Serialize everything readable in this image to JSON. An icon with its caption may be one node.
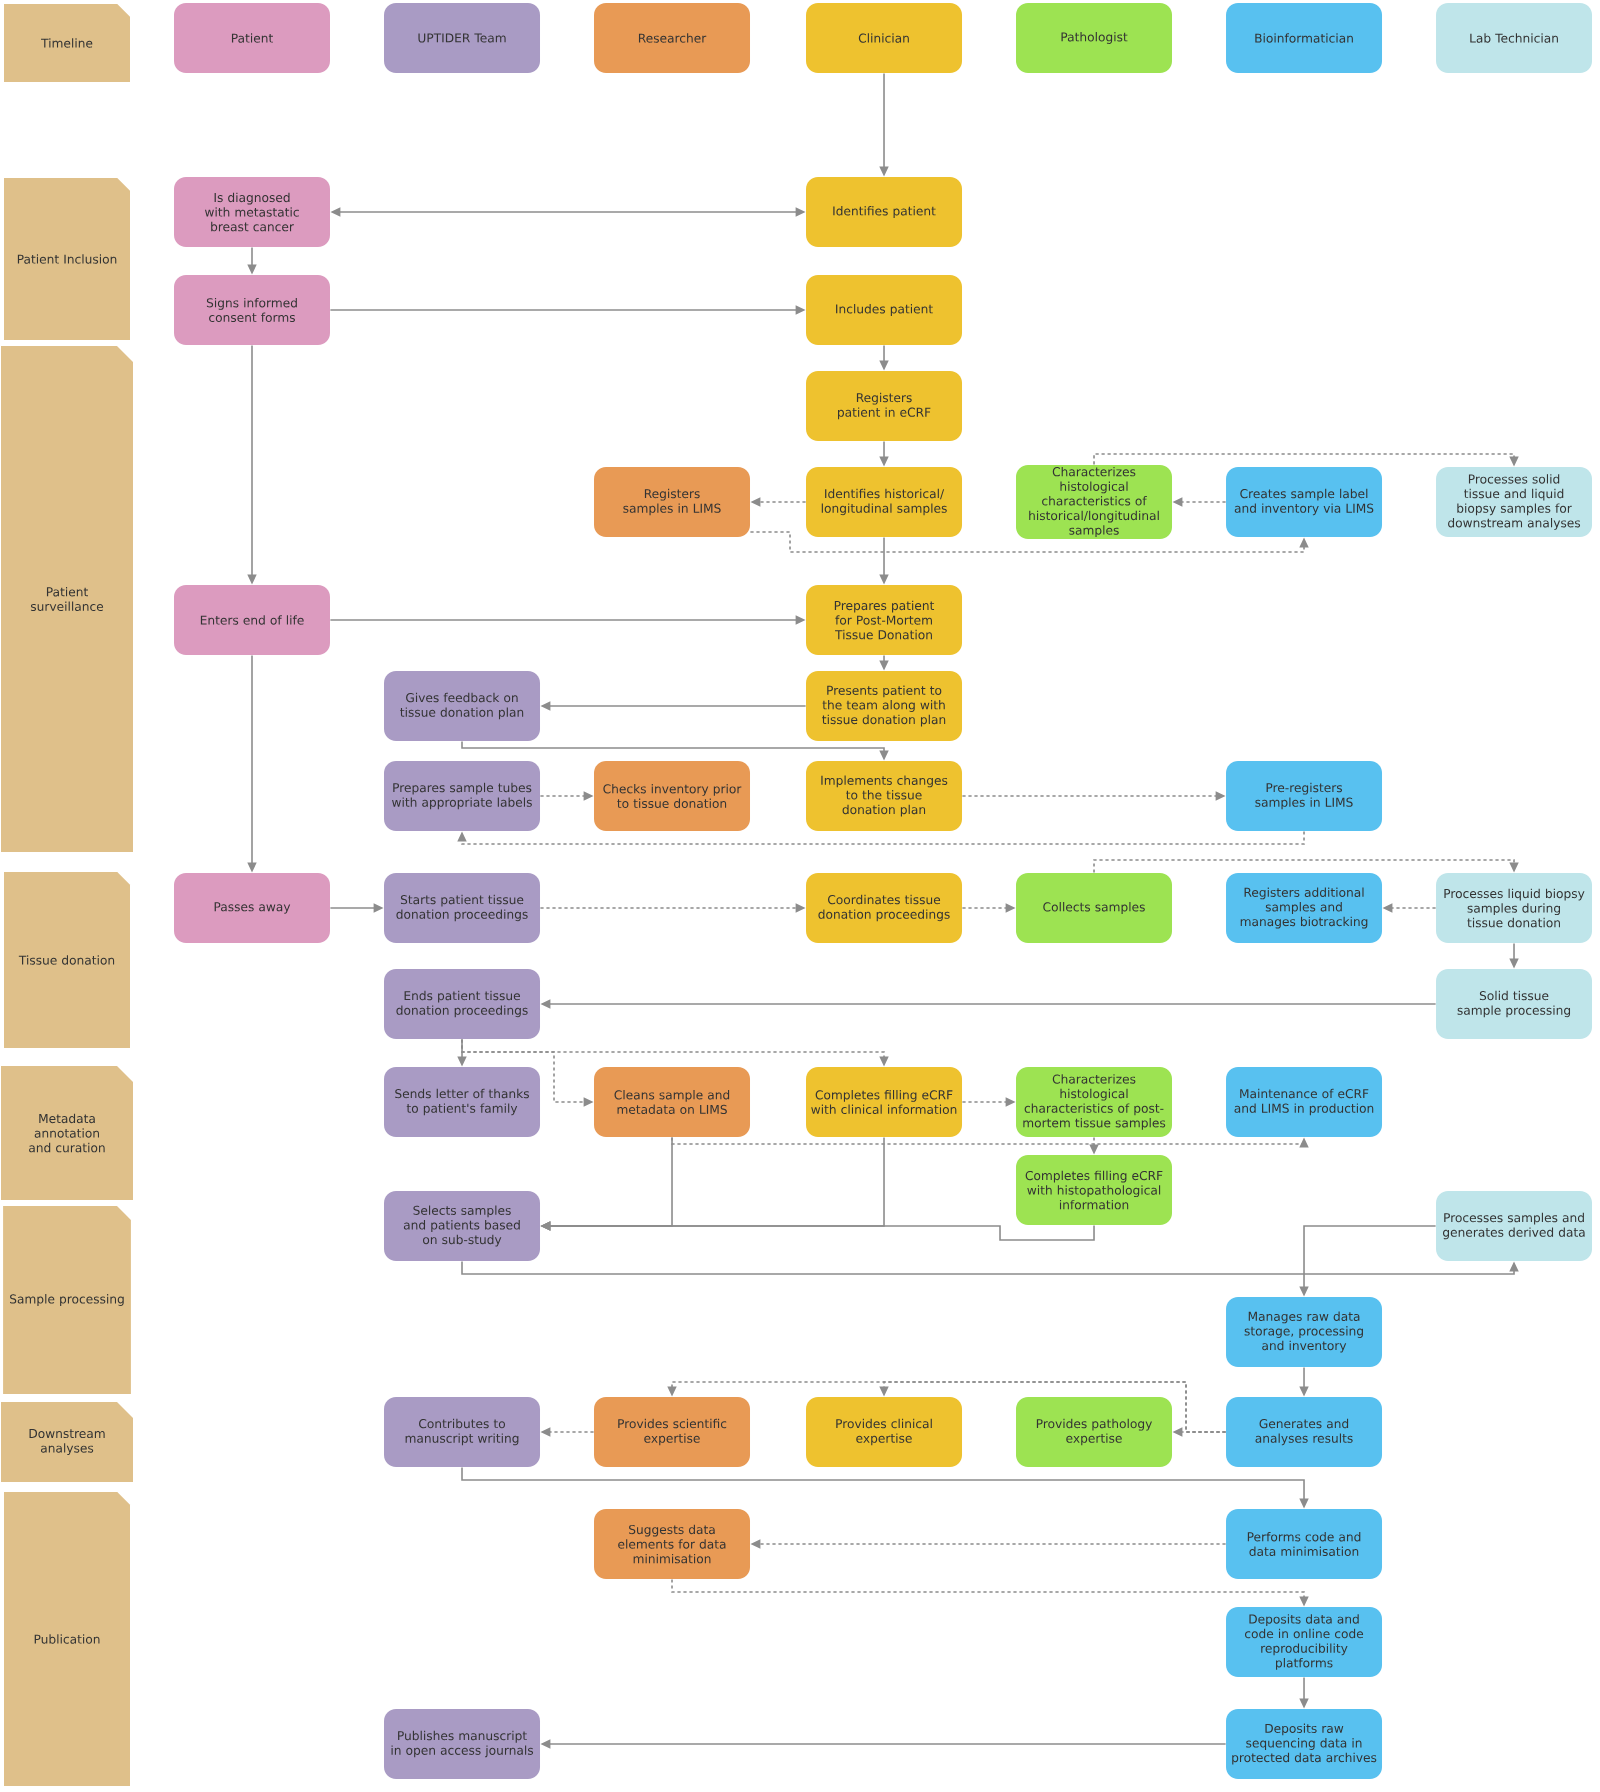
{
  "diagram": {
    "nodes": [
      {
        "text": [
          "Timeline"
        ]
      },
      {
        "text": [
          "Patient"
        ]
      },
      {
        "text": [
          "UPTIDER Team"
        ]
      },
      {
        "text": [
          "Researcher"
        ]
      },
      {
        "text": [
          "Clinician"
        ]
      },
      {
        "text": [
          "Pathologist"
        ]
      },
      {
        "text": [
          "Bioinformatician"
        ]
      },
      {
        "text": [
          "Lab Technician"
        ]
      },
      {
        "text": [
          "Patient Inclusion"
        ]
      },
      {
        "text": [
          "Is diagnosed with metastatic breast cancer"
        ]
      },
      {
        "text": [
          "Identifies patient"
        ]
      },
      {
        "text": [
          "Signs informed consent forms"
        ]
      },
      {
        "text": [
          "Includes patient"
        ]
      },
      {
        "text": [
          "Patient surveillance"
        ]
      },
      {
        "text": [
          "Registers patient in eCRF"
        ]
      },
      {
        "text": [
          "Registers samples in LIMS"
        ]
      },
      {
        "text": [
          "Identifies historical/ longitudinal samples"
        ]
      },
      {
        "text": [
          "Characterizes histological characteristics of historical/longitudinal samples"
        ]
      },
      {
        "text": [
          "Creates sample label and inventory via LIMS"
        ]
      },
      {
        "text": [
          "Processes solid tissue and liquid biopsy samples for downstream analyses"
        ]
      },
      {
        "text": [
          "Enters end of life"
        ]
      },
      {
        "text": [
          "Prepares patient for Post-Mortem Tissue Donation"
        ]
      },
      {
        "text": [
          "Gives feedback on tissue donation plan"
        ]
      },
      {
        "text": [
          "Presents patient to the team along with tissue donation plan"
        ]
      },
      {
        "text": [
          "Prepares sample tubes with appropriate labels"
        ]
      },
      {
        "text": [
          "Checks inventory prior to tissue donation"
        ]
      },
      {
        "text": [
          "Implements changes to the tissue donation plan"
        ]
      },
      {
        "text": [
          "Pre-registers samples in LIMS"
        ]
      },
      {
        "text": [
          "Tissue donation"
        ]
      },
      {
        "text": [
          "Passes away"
        ]
      },
      {
        "text": [
          "Starts patient tissue donation proceedings"
        ]
      },
      {
        "text": [
          "Coordinates tissue donation proceedings"
        ]
      },
      {
        "text": [
          "Collects samples"
        ]
      },
      {
        "text": [
          "Registers additional samples and manages biotracking"
        ]
      },
      {
        "text": [
          "Processes liquid biopsy samples during tissue donation"
        ]
      },
      {
        "text": [
          "Ends patient tissue donation proceedings"
        ]
      },
      {
        "text": [
          "Solid tissue sample processing"
        ]
      },
      {
        "text": [
          "Metadata annotation and curation"
        ]
      },
      {
        "text": [
          "Sends letter of thanks to patient's family"
        ]
      },
      {
        "text": [
          "Cleans sample and metadata on LIMS"
        ]
      },
      {
        "text": [
          "Completes filling eCRF with clinical information"
        ]
      },
      {
        "text": [
          "Characterizes histological characteristics of post-mortem tissue samples"
        ]
      },
      {
        "text": [
          "Maintenance of eCRF and LIMS in production"
        ]
      },
      {
        "text": [
          "Completes filling eCRF with histopathological information"
        ]
      },
      {
        "text": [
          "Sample processing"
        ]
      },
      {
        "text": [
          "Selects samples and patients based on sub-study"
        ]
      },
      {
        "text": [
          "Processes samples and generates derived data"
        ]
      },
      {
        "text": [
          "Manages raw data storage, processing and inventory"
        ]
      },
      {
        "text": [
          "Downstream analyses"
        ]
      },
      {
        "text": [
          "Contributes to manuscript writing"
        ]
      },
      {
        "text": [
          "Provides scientific expertise"
        ]
      },
      {
        "text": [
          "Provides clinical expertise"
        ]
      },
      {
        "text": [
          "Provides pathology expertise"
        ]
      },
      {
        "text": [
          "Generates and analyses results"
        ]
      },
      {
        "text": [
          "Publication"
        ]
      },
      {
        "text": [
          "Suggests data elements for data minimisation"
        ]
      },
      {
        "text": [
          "Performs code and data minimisation"
        ]
      },
      {
        "text": [
          "Deposits data and code in online code reproducibility platforms"
        ]
      },
      {
        "text": [
          "Publishes manuscript in open access journals"
        ]
      },
      {
        "text": [
          "Deposits raw sequencing data in protected data archives"
        ]
      }
    ],
    "edges": [
      {
        "from": 4,
        "to": 10,
        "arrow": "to"
      },
      {
        "from": 9,
        "to": 10,
        "arrow": "both"
      },
      {
        "from": 9,
        "to": 11,
        "arrow": "to"
      },
      {
        "from": 11,
        "to": 12,
        "arrow": "to"
      },
      {
        "from": 11,
        "to": 20,
        "arrow": "to"
      },
      {
        "from": 12,
        "to": 14,
        "arrow": "to"
      },
      {
        "from": 14,
        "to": 16,
        "arrow": "to"
      },
      {
        "from": 16,
        "to": 15,
        "arrow": "to",
        "style": "dashed"
      },
      {
        "from": 15,
        "to": 18,
        "arrow": "to",
        "style": "dashed"
      },
      {
        "from": 18,
        "to": 17,
        "arrow": "to",
        "style": "dashed"
      },
      {
        "from": 17,
        "to": 19,
        "arrow": "to",
        "style": "dashed"
      },
      {
        "from": 16,
        "to": 21,
        "arrow": "to"
      },
      {
        "from": 20,
        "to": 21,
        "arrow": "to"
      },
      {
        "from": 21,
        "to": 23,
        "arrow": "to"
      },
      {
        "from": 23,
        "to": 22,
        "arrow": "to"
      },
      {
        "from": 22,
        "to": 26,
        "arrow": "to"
      },
      {
        "from": 24,
        "to": 25,
        "arrow": "to",
        "style": "dashed"
      },
      {
        "from": 26,
        "to": 27,
        "arrow": "to",
        "style": "dashed"
      },
      {
        "from": 27,
        "to": 24,
        "arrow": "to",
        "style": "dashed"
      },
      {
        "from": 20,
        "to": 29,
        "arrow": "to"
      },
      {
        "from": 29,
        "to": 30,
        "arrow": "to"
      },
      {
        "from": 30,
        "to": 31,
        "arrow": "to",
        "style": "dashed"
      },
      {
        "from": 31,
        "to": 32,
        "arrow": "to",
        "style": "dashed"
      },
      {
        "from": 32,
        "to": 34,
        "arrow": "to",
        "style": "dashed"
      },
      {
        "from": 34,
        "to": 33,
        "arrow": "to",
        "style": "dashed"
      },
      {
        "from": 34,
        "to": 36,
        "arrow": "to"
      },
      {
        "from": 36,
        "to": 35,
        "arrow": "to"
      },
      {
        "from": 35,
        "to": 38,
        "arrow": "to"
      },
      {
        "from": 35,
        "to": 39,
        "arrow": "to",
        "style": "dashed"
      },
      {
        "from": 35,
        "to": 40,
        "arrow": "to",
        "style": "dashed"
      },
      {
        "from": 40,
        "to": 41,
        "arrow": "to",
        "style": "dashed"
      },
      {
        "from": 39,
        "to": 42,
        "arrow": "to",
        "style": "dashed"
      },
      {
        "from": 41,
        "to": 43,
        "arrow": "to",
        "style": "dashed"
      },
      {
        "from": 39,
        "to": 45,
        "arrow": "to"
      },
      {
        "from": 40,
        "to": 45,
        "arrow": "to"
      },
      {
        "from": 43,
        "to": 45,
        "arrow": "to"
      },
      {
        "from": 45,
        "to": 46,
        "arrow": "to"
      },
      {
        "from": 46,
        "to": 47,
        "arrow": "to"
      },
      {
        "from": 47,
        "to": 53,
        "arrow": "to"
      },
      {
        "from": 53,
        "to": 52,
        "arrow": "to",
        "style": "dashed"
      },
      {
        "from": 53,
        "to": 51,
        "arrow": "to",
        "style": "dashed"
      },
      {
        "from": 53,
        "to": 50,
        "arrow": "to",
        "style": "dashed"
      },
      {
        "from": 50,
        "to": 49,
        "arrow": "to",
        "style": "dashed"
      },
      {
        "from": 49,
        "to": 56,
        "arrow": "to"
      },
      {
        "from": 56,
        "to": 55,
        "arrow": "to",
        "style": "dashed"
      },
      {
        "from": 55,
        "to": 57,
        "arrow": "to",
        "style": "dashed"
      },
      {
        "from": 57,
        "to": 59,
        "arrow": "to"
      },
      {
        "from": 59,
        "to": 58,
        "arrow": "to"
      }
    ]
  }
}
